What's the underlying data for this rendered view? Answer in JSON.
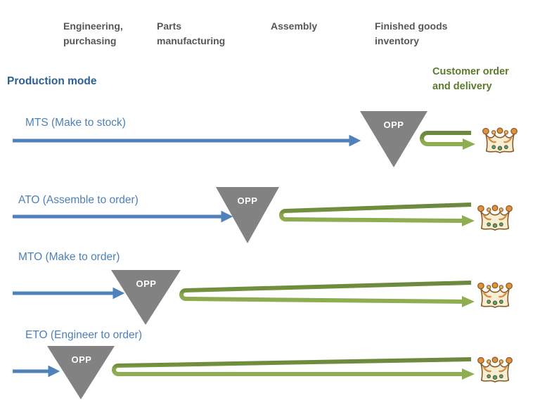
{
  "palette": {
    "blue_arrow": "#4f81bd",
    "blue_heading": "#2d5f94",
    "blue_row_label": "#4d80ba",
    "gray_heading": "#575757",
    "gray_opp_triangle": "#828282",
    "green_heading": "#5d7a2b",
    "green_arrow_dark": "#6b883d",
    "green_arrow_light": "#8fae52",
    "opp_text": "#ffffff"
  },
  "stage_headers": [
    {
      "label": "Engineering,\npurchasing"
    },
    {
      "label": "Parts\nmanufacturing"
    },
    {
      "label": "Assembly"
    },
    {
      "label": "Finished goods\ninventory"
    }
  ],
  "production_mode_heading": "Production mode",
  "customer_heading": "Customer order\nand delivery",
  "opp_marker_label": "OPP",
  "rows": [
    {
      "id": "mts",
      "label": "MTS (Make to stock)"
    },
    {
      "id": "ato",
      "label": "ATO (Assemble to order)"
    },
    {
      "id": "mto",
      "label": "MTO (Make to order)"
    },
    {
      "id": "eto",
      "label": "ETO (Engineer to order)"
    }
  ],
  "icons": {
    "opp_marker": "inverted-triangle-icon",
    "customer": "crown-icon",
    "production_flow": "blue-right-arrow",
    "order_delivery_flow": "green-loop-arrow"
  }
}
